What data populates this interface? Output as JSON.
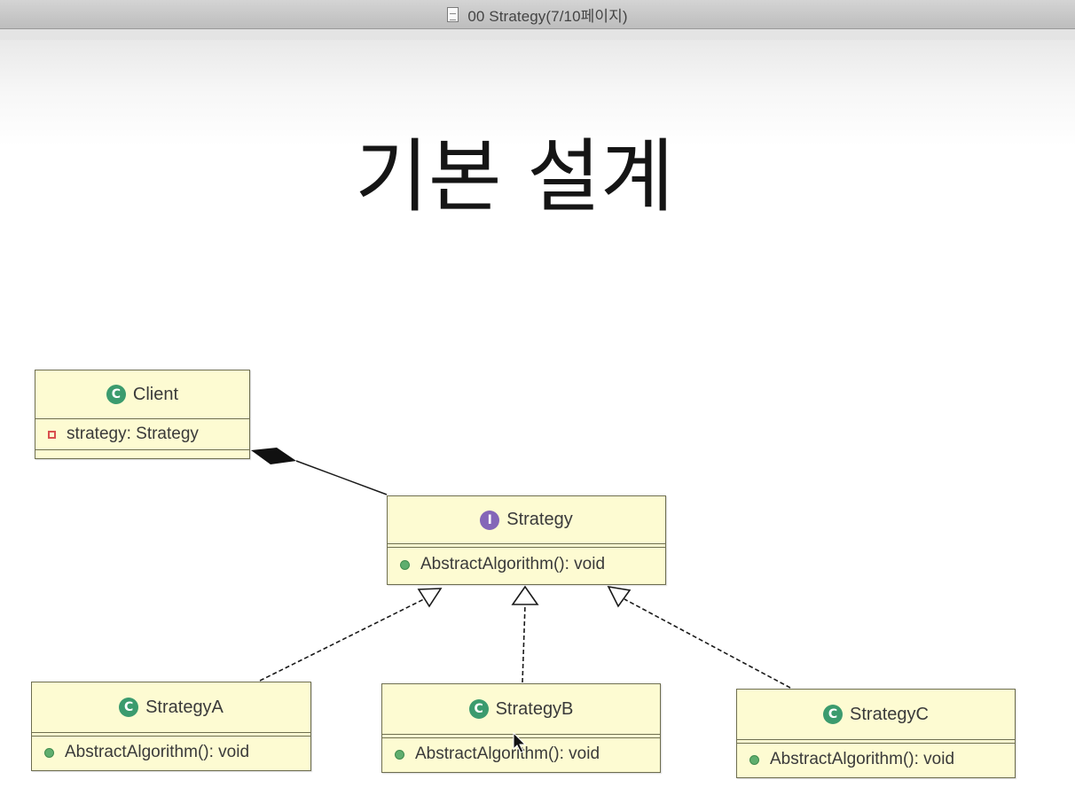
{
  "window": {
    "title": "00 Strategy(7/10페이지)",
    "doc_icon": "document-icon"
  },
  "slide": {
    "title": "기본 설계"
  },
  "diagram": {
    "client": {
      "name": "Client",
      "stereotype_icon": "class-icon",
      "field": "strategy: Strategy",
      "field_visibility": "private"
    },
    "strategy": {
      "name": "Strategy",
      "stereotype_icon": "interface-icon",
      "method": "AbstractAlgorithm(): void",
      "method_visibility": "public"
    },
    "strategy_a": {
      "name": "StrategyA",
      "stereotype_icon": "class-icon",
      "method": "AbstractAlgorithm(): void"
    },
    "strategy_b": {
      "name": "StrategyB",
      "stereotype_icon": "class-icon",
      "method": "AbstractAlgorithm(): void"
    },
    "strategy_c": {
      "name": "StrategyC",
      "stereotype_icon": "class-icon",
      "method": "AbstractAlgorithm(): void"
    },
    "badges": {
      "class_letter": "C",
      "interface_letter": "I"
    },
    "relations": [
      {
        "from": "Client",
        "to": "Strategy",
        "type": "composition"
      },
      {
        "from": "StrategyA",
        "to": "Strategy",
        "type": "realization"
      },
      {
        "from": "StrategyB",
        "to": "Strategy",
        "type": "realization"
      },
      {
        "from": "StrategyC",
        "to": "Strategy",
        "type": "realization"
      }
    ]
  },
  "colors": {
    "class_fill": "#fdfbd2",
    "class_badge": "#3b9b6e",
    "interface_badge": "#8466b8",
    "public_dot": "#5fae6e",
    "private_square": "#d9504f"
  }
}
